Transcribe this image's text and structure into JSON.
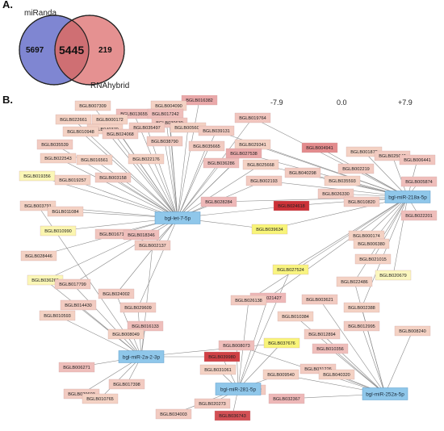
{
  "panel_a": {
    "label": "A.",
    "left_set": "miRanda",
    "right_set": "RNAhybrid",
    "left_only": "5697",
    "overlap": "5445",
    "right_only": "219",
    "colors": {
      "left": "#7f86d2",
      "right": "#e07e7e",
      "overlap": "#cf6f73"
    }
  },
  "panel_b": {
    "label": "B.",
    "legend": {
      "min_label": "-7.9",
      "mid_label": "0.0",
      "max_label": "+7.9",
      "colors": [
        "#f6f13a",
        "#fbf7d0",
        "#e8a6a6",
        "#c8232a"
      ]
    },
    "hubs": [
      {
        "id": "let7",
        "label": "bgl-let-7-5p"
      },
      {
        "id": "m218a",
        "label": "bgl-miR-218a-5p"
      },
      {
        "id": "m2a2",
        "label": "bgl-miR-2a-2-3p"
      },
      {
        "id": "m281",
        "label": "bgl-miR-281-5p"
      },
      {
        "id": "m252a",
        "label": "bgl-miR-252a-5p"
      }
    ],
    "genes": [
      {
        "label": "BGLB016382",
        "lvl": 0.55,
        "hubs": [
          "let7"
        ]
      },
      {
        "label": "BGLB007309",
        "lvl": 0.3,
        "hubs": [
          "let7"
        ]
      },
      {
        "label": "BGLB004090",
        "lvl": 0.3,
        "hubs": [
          "let7"
        ]
      },
      {
        "label": "BGLB013655",
        "lvl": 0.45,
        "hubs": [
          "let7"
        ]
      },
      {
        "label": "BGLB017242",
        "lvl": 0.45,
        "hubs": [
          "let7"
        ]
      },
      {
        "label": "BGLB019764",
        "lvl": 0.4,
        "hubs": [
          "let7",
          "m218a"
        ]
      },
      {
        "label": "BGLB022661",
        "lvl": 0.3,
        "hubs": [
          "let7"
        ]
      },
      {
        "label": "BGLB000172",
        "lvl": 0.3,
        "hubs": [
          "let7"
        ]
      },
      {
        "label": "BGLB030630",
        "lvl": 0.4,
        "hubs": [
          "let7"
        ]
      },
      {
        "label": "BGLB035497",
        "lvl": 0.35,
        "hubs": [
          "let7"
        ]
      },
      {
        "label": "BGLB005603",
        "lvl": 0.3,
        "hubs": [
          "let7"
        ]
      },
      {
        "label": "BGLB039131",
        "lvl": 0.35,
        "hubs": [
          "let7",
          "m218a"
        ]
      },
      {
        "label": "BGLB040370",
        "lvl": 0.3,
        "hubs": [
          "let7"
        ]
      },
      {
        "label": "BGLB010948",
        "lvl": 0.3,
        "hubs": [
          "let7"
        ]
      },
      {
        "label": "BGLB024068",
        "lvl": 0.35,
        "hubs": [
          "let7"
        ]
      },
      {
        "label": "BGLB029341",
        "lvl": 0.3,
        "hubs": [
          "let7",
          "m218a"
        ]
      },
      {
        "label": "BGLB004941",
        "lvl": 0.65,
        "hubs": [
          "m218a"
        ]
      },
      {
        "label": "BGLB001872",
        "lvl": 0.3,
        "hubs": [
          "m218a"
        ]
      },
      {
        "label": "BGLB035539",
        "lvl": 0.35,
        "hubs": [
          "let7"
        ]
      },
      {
        "label": "BGLB038790",
        "lvl": 0.35,
        "hubs": [
          "let7"
        ]
      },
      {
        "label": "BGLB035665",
        "lvl": 0.35,
        "hubs": [
          "let7"
        ]
      },
      {
        "label": "BGLB027538",
        "lvl": 0.55,
        "hubs": [
          "let7",
          "m218a"
        ]
      },
      {
        "label": "BGLB002219",
        "lvl": 0.35,
        "hubs": [
          "m218a"
        ]
      },
      {
        "label": "BGLB022543",
        "lvl": 0.3,
        "hubs": [
          "let7"
        ]
      },
      {
        "label": "BGLB016561",
        "lvl": 0.3,
        "hubs": [
          "let7"
        ]
      },
      {
        "label": "BGLB022176",
        "lvl": 0.3,
        "hubs": [
          "let7"
        ]
      },
      {
        "label": "BGLB036286",
        "lvl": 0.45,
        "hubs": [
          "let7"
        ]
      },
      {
        "label": "BGLB025668",
        "lvl": 0.3,
        "hubs": [
          "let7",
          "m218a"
        ]
      },
      {
        "label": "BGLB040298",
        "lvl": 0.35,
        "hubs": [
          "m218a"
        ]
      },
      {
        "label": "BGLB025042",
        "lvl": 0.35,
        "hubs": [
          "m218a"
        ]
      },
      {
        "label": "BGLB006441",
        "lvl": 0.4,
        "hubs": [
          "m218a"
        ]
      },
      {
        "label": "BGLB019356",
        "lvl": -0.2,
        "hubs": [
          "let7"
        ]
      },
      {
        "label": "BGLB019257",
        "lvl": 0.3,
        "hubs": [
          "let7"
        ]
      },
      {
        "label": "BGLB003158",
        "lvl": 0.35,
        "hubs": [
          "let7"
        ]
      },
      {
        "label": "BGLB002193",
        "lvl": 0.35,
        "hubs": [
          "let7",
          "m218a"
        ]
      },
      {
        "label": "BGLB035593",
        "lvl": 0.3,
        "hubs": [
          "m218a"
        ]
      },
      {
        "label": "BGLB005874",
        "lvl": 0.45,
        "hubs": [
          "m218a"
        ]
      },
      {
        "label": "BGLB003791",
        "lvl": 0.3,
        "hubs": [
          "let7",
          "m2a2"
        ]
      },
      {
        "label": "BGLB011084",
        "lvl": 0.3,
        "hubs": [
          "let7"
        ]
      },
      {
        "label": "BGLB028284",
        "lvl": 0.5,
        "hubs": [
          "let7",
          "m218a"
        ]
      },
      {
        "label": "BGLB024618",
        "lvl": 0.95,
        "hubs": [
          "let7",
          "m218a"
        ]
      },
      {
        "label": "BGLB026330",
        "lvl": 0.35,
        "hubs": [
          "m218a"
        ]
      },
      {
        "label": "BGLB010820",
        "lvl": 0.35,
        "hubs": [
          "m218a"
        ]
      },
      {
        "label": "BGLB022201",
        "lvl": 0.45,
        "hubs": [
          "m218a"
        ]
      },
      {
        "label": "BGLB010990",
        "lvl": -0.25,
        "hubs": [
          "let7"
        ]
      },
      {
        "label": "BGLB016714",
        "lvl": 0.4,
        "hubs": [
          "let7"
        ]
      },
      {
        "label": "BGLB018346",
        "lvl": 0.45,
        "hubs": [
          "let7"
        ]
      },
      {
        "label": "BGLB039634",
        "lvl": -0.6,
        "hubs": [
          "let7",
          "m218a"
        ]
      },
      {
        "label": "BGLB000174",
        "lvl": 0.3,
        "hubs": [
          "m218a"
        ]
      },
      {
        "label": "BGLB006380",
        "lvl": 0.3,
        "hubs": [
          "m218a"
        ]
      },
      {
        "label": "BGLB028446",
        "lvl": 0.3,
        "hubs": [
          "let7"
        ]
      },
      {
        "label": "BGLB002137",
        "lvl": 0.35,
        "hubs": [
          "let7",
          "m2a2"
        ]
      },
      {
        "label": "BGLB027524",
        "lvl": -0.55,
        "hubs": [
          "m218a",
          "m281"
        ]
      },
      {
        "label": "BGLB021015",
        "lvl": 0.3,
        "hubs": [
          "m218a"
        ]
      },
      {
        "label": "BGLB020679",
        "lvl": -0.15,
        "hubs": [
          "m218a"
        ]
      },
      {
        "label": "BGLB036266",
        "lvl": -0.2,
        "hubs": [
          "let7",
          "m2a2"
        ]
      },
      {
        "label": "BGLB017799",
        "lvl": 0.35,
        "hubs": [
          "let7",
          "m2a2"
        ]
      },
      {
        "label": "BGLB024002",
        "lvl": 0.35,
        "hubs": [
          "let7",
          "m2a2"
        ]
      },
      {
        "label": "BGLB021427",
        "lvl": 0.5,
        "hubs": [
          "m218a",
          "m281"
        ]
      },
      {
        "label": "BGLB022486",
        "lvl": 0.3,
        "hubs": [
          "m218a",
          "m252a"
        ]
      },
      {
        "label": "BGLB014430",
        "lvl": 0.35,
        "hubs": [
          "m2a2"
        ]
      },
      {
        "label": "BGLB029609",
        "lvl": 0.35,
        "hubs": [
          "m2a2",
          "let7"
        ]
      },
      {
        "label": "BGLB026138",
        "lvl": 0.35,
        "hubs": [
          "m281",
          "m218a"
        ]
      },
      {
        "label": "BGLB003621",
        "lvl": 0.35,
        "hubs": [
          "m252a"
        ]
      },
      {
        "label": "BGLB002388",
        "lvl": 0.3,
        "hubs": [
          "m218a",
          "m252a"
        ]
      },
      {
        "label": "BGLB010593",
        "lvl": 0.3,
        "hubs": [
          "m2a2"
        ]
      },
      {
        "label": "BGLB016133",
        "lvl": 0.45,
        "hubs": [
          "m2a2"
        ]
      },
      {
        "label": "BGLB010384",
        "lvl": 0.3,
        "hubs": [
          "m252a"
        ]
      },
      {
        "label": "BGLB012995",
        "lvl": 0.35,
        "hubs": [
          "m252a"
        ]
      },
      {
        "label": "BGLB008240",
        "lvl": 0.3,
        "hubs": [
          "m252a"
        ]
      },
      {
        "label": "BGLB008049",
        "lvl": 0.3,
        "hubs": [
          "m2a2"
        ]
      },
      {
        "label": "BGLB037676",
        "lvl": -0.6,
        "hubs": [
          "m281",
          "m2a2"
        ]
      },
      {
        "label": "BGLB012894",
        "lvl": 0.35,
        "hubs": [
          "m252a"
        ]
      },
      {
        "label": "BGLB010356",
        "lvl": 0.45,
        "hubs": [
          "m252a"
        ]
      },
      {
        "label": "BGLB039980",
        "lvl": 0.9,
        "hubs": [
          "m281",
          "m2a2"
        ]
      },
      {
        "label": "BGLB008073",
        "lvl": 0.45,
        "hubs": [
          "m281",
          "m252a"
        ]
      },
      {
        "label": "BGLB031226",
        "lvl": 0.35,
        "hubs": [
          "m252a"
        ]
      },
      {
        "label": "BGLB006271",
        "lvl": 0.45,
        "hubs": [
          "m2a2"
        ]
      },
      {
        "label": "BGLB031061",
        "lvl": 0.3,
        "hubs": [
          "m281"
        ]
      },
      {
        "label": "BGLB034922",
        "lvl": 0.35,
        "hubs": [
          "m281"
        ]
      },
      {
        "label": "BGLB009540",
        "lvl": 0.3,
        "hubs": [
          "m281",
          "m252a"
        ]
      },
      {
        "label": "BGLB040320",
        "lvl": 0.3,
        "hubs": [
          "m252a"
        ]
      },
      {
        "label": "BGLB017398",
        "lvl": 0.35,
        "hubs": [
          "m2a2"
        ]
      },
      {
        "label": "BGLB029603",
        "lvl": 0.35,
        "hubs": [
          "m2a2"
        ]
      },
      {
        "label": "BGLB032367",
        "lvl": 0.5,
        "hubs": [
          "m252a"
        ]
      },
      {
        "label": "BGLB010765",
        "lvl": 0.3,
        "hubs": [
          "m2a2"
        ]
      },
      {
        "label": "BGLB020273",
        "lvl": 0.35,
        "hubs": [
          "m281"
        ]
      },
      {
        "label": "BGLB034003",
        "lvl": 0.35,
        "hubs": [
          "m281"
        ]
      },
      {
        "label": "BGLB036743",
        "lvl": 0.85,
        "hubs": [
          "m281"
        ]
      }
    ]
  }
}
